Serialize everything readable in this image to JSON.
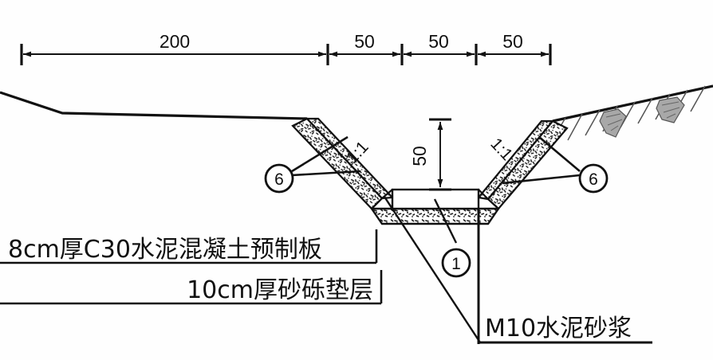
{
  "drawing": {
    "title": "Roadside V-ditch cross-section detail",
    "dimensions": {
      "top_chain": [
        {
          "label": "200",
          "name": "dim-200"
        },
        {
          "label": "50",
          "name": "dim-50-a"
        },
        {
          "label": "50",
          "name": "dim-50-b"
        },
        {
          "label": "50",
          "name": "dim-50-c"
        }
      ],
      "vertical": {
        "label": "50",
        "name": "dim-depth-50"
      }
    },
    "slope_labels": [
      {
        "label": "1:1",
        "side": "left"
      },
      {
        "label": "1:1",
        "side": "right"
      }
    ],
    "callouts": [
      {
        "label": "6",
        "side": "left"
      },
      {
        "label": "6",
        "side": "right"
      },
      {
        "label": "1",
        "side": "center"
      }
    ],
    "notes": [
      {
        "text": "8cm厚C30水泥混凝土预制板",
        "name": "note-precast-slab"
      },
      {
        "text": "10cm厚砂砾垫层",
        "name": "note-gravel-base"
      },
      {
        "text": "M10水泥砂浆",
        "name": "note-cement-mortar"
      }
    ],
    "colors": {
      "line": "#111111",
      "hatch": "#222222",
      "rock_fill": "#a8a8a8",
      "background": "#ffffff"
    }
  }
}
